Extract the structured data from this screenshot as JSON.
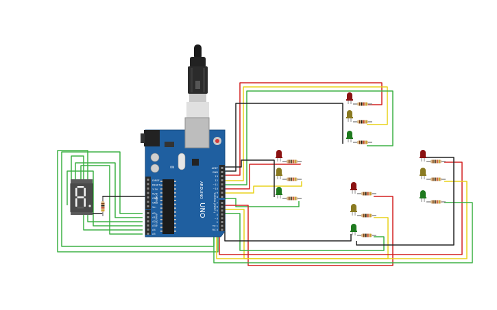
{
  "board": {
    "logo_text": "ARDUINO",
    "model_text": "UNO",
    "on_label": "ON",
    "analog_label": "ANALOG IN",
    "power_label": "POWER",
    "digital_label": "DIGITAL (PWM~)",
    "power_pins": [
      "IOREF",
      "RESET",
      "3.3V",
      "5V",
      "GND",
      "GND",
      "Vin"
    ],
    "analog_pins": [
      "A0",
      "A1",
      "A2",
      "A3",
      "A4",
      "A5"
    ],
    "digital_pins_top": [
      "AREF",
      "GND",
      "13",
      "12",
      "~11",
      "~10",
      "~9",
      "8"
    ],
    "digital_pins_bottom": [
      "7",
      "~6",
      "~5",
      "4",
      "~3",
      "2",
      "TX 1",
      "RX 0"
    ]
  },
  "display": {
    "digit": "7",
    "segments_on": [
      "a",
      "b",
      "c",
      "e",
      "f",
      "g"
    ]
  },
  "traffic_lights": [
    {
      "id": "tl-1",
      "colors": [
        "#8b1212",
        "#8a7a22",
        "#1f7a1f"
      ]
    },
    {
      "id": "tl-2",
      "colors": [
        "#8b1212",
        "#8a7a22",
        "#1f7a1f"
      ]
    },
    {
      "id": "tl-3",
      "colors": [
        "#8b1212",
        "#8a7a22",
        "#1f7a1f"
      ]
    },
    {
      "id": "tl-4",
      "colors": [
        "#8b1212",
        "#8a7a22",
        "#1f7a1f"
      ]
    }
  ],
  "colors": {
    "board": "#1f5fa0",
    "wire_red": "#d42020",
    "wire_yellow": "#e8d21a",
    "wire_green": "#3cb043",
    "wire_black": "#222222"
  }
}
